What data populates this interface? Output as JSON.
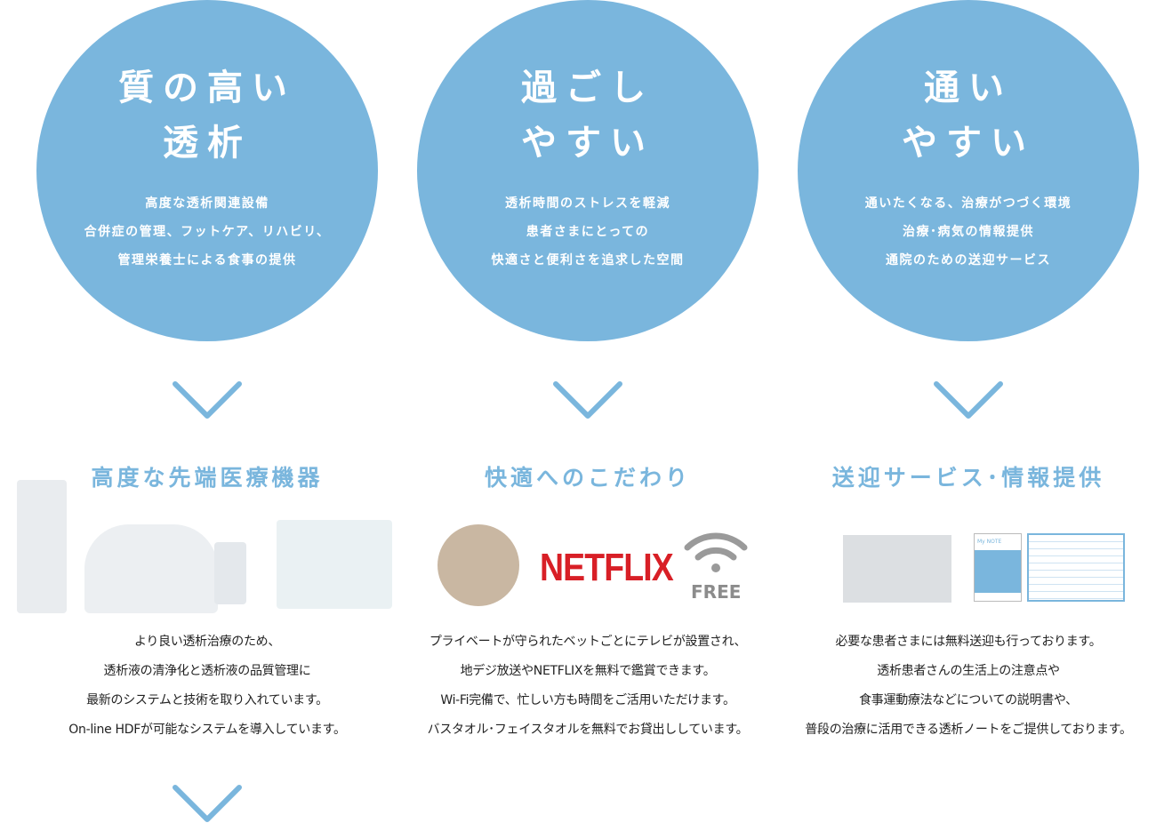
{
  "columns": [
    {
      "title": [
        "質の高い",
        "透析"
      ],
      "lines": [
        "高度な透析関連設備",
        "合併症の管理、フットケア、リハビリ、",
        "管理栄養士による食事の提供"
      ],
      "heading": "高度な先端医療機器",
      "desc": [
        "より良い透析治療のため、",
        "透析液の清浄化と透析液の品質管理に",
        "最新のシステムと技術を取り入れています。",
        "On-line HDFが可能なシステムを導入しています。"
      ]
    },
    {
      "title": [
        "過ごし",
        "やすい"
      ],
      "lines": [
        "透析時間のストレスを軽減",
        "患者さまにとっての",
        "快適さと便利さを追求した空間"
      ],
      "heading": "快適へのこだわり",
      "netflix": "NETFLIX",
      "wifi_label": "FREE",
      "desc": [
        "プライベートが守られたベットごとにテレビが設置され、",
        "地デジ放送やNETFLIXを無料で鑑賞できます。",
        "Wi-Fi完備で、忙しい方も時間をご活用いただけます。",
        "バスタオル･フェイスタオルを無料でお貸出ししています。"
      ]
    },
    {
      "title": [
        "通い",
        "やすい"
      ],
      "lines": [
        "通いたくなる、治療がつづく環境",
        "治療･病気の情報提供",
        "通院のための送迎サービス"
      ],
      "heading": "送迎サービス･情報提供",
      "note_title": "My NOTE",
      "desc": [
        "必要な患者さまには無料送迎も行っております。",
        "透析患者さんの生活上の注意点や",
        "食事運動療法などについての説明書や、",
        "普段の治療に活用できる透析ノートをご提供しております。"
      ]
    }
  ],
  "colors": {
    "accent": "#7ab6dd",
    "netflix": "#d81f26"
  }
}
